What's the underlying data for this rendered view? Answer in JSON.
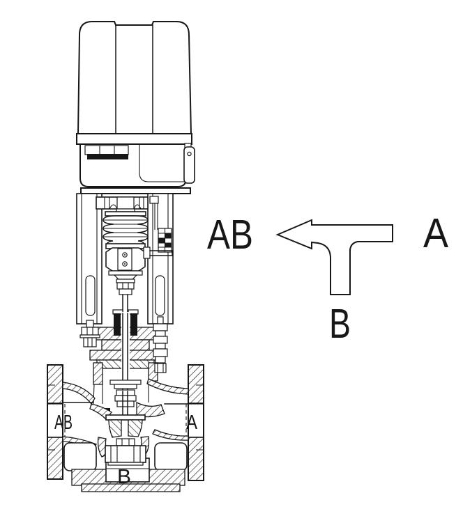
{
  "figure": {
    "description": "cross-section drawing of a three-way control valve with electric actuator",
    "valve_port_labels": {
      "ab": "AB",
      "a": "A",
      "b": "B"
    },
    "flow_diagram_labels": {
      "outlet": "AB",
      "port_a": "A",
      "port_b": "B"
    },
    "colors": {
      "line": "#171717",
      "background": "#ffffff"
    }
  }
}
